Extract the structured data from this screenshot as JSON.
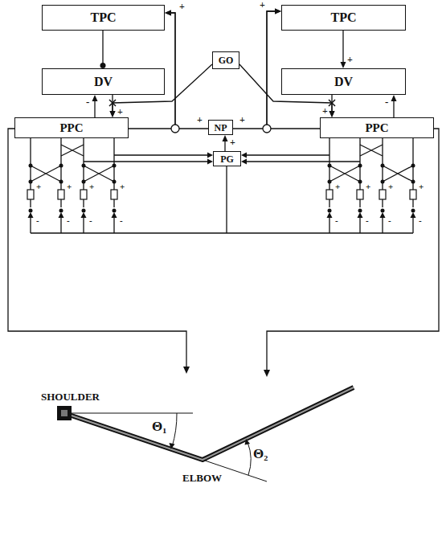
{
  "diagram": {
    "nodes": [
      {
        "text": [
          "TPC"
        ]
      },
      {
        "text": [
          "TPC"
        ]
      },
      {
        "text": [
          "DV"
        ]
      },
      {
        "text": [
          "GO"
        ]
      },
      {
        "text": [
          "DV"
        ]
      },
      {
        "text": [
          "PPC"
        ]
      },
      {
        "text": [
          "NP"
        ]
      },
      {
        "text": [
          "PPC"
        ]
      },
      {
        "text": [
          "PG"
        ]
      }
    ],
    "edges": [
      {
        "from": 0,
        "to": 2,
        "arrow": "to"
      },
      {
        "from": 2,
        "to": 5,
        "arrow": "to"
      },
      {
        "from": 5,
        "to": 2,
        "arrow": "to"
      },
      {
        "from": 5,
        "to": 0,
        "arrow": "to"
      },
      {
        "from": 6,
        "to": 0,
        "arrow": "to"
      },
      {
        "from": 1,
        "to": 4,
        "arrow": "to"
      },
      {
        "from": 4,
        "to": 7,
        "arrow": "to"
      },
      {
        "from": 7,
        "to": 4,
        "arrow": "to"
      },
      {
        "from": 7,
        "to": 1,
        "arrow": "to"
      },
      {
        "from": 6,
        "to": 1,
        "arrow": "to"
      },
      {
        "from": 3,
        "to": 5,
        "arrow": "to"
      },
      {
        "from": 3,
        "to": 7,
        "arrow": "to"
      },
      {
        "from": 8,
        "to": 6,
        "arrow": "to"
      }
    ],
    "labels": [
      "+",
      "+",
      "+",
      "-",
      "-",
      "+",
      "+",
      "+",
      "+",
      "+",
      "+",
      "+",
      "+",
      "+",
      "+",
      "+",
      "+",
      "+",
      "-",
      "-",
      "-",
      "-",
      "-",
      "-",
      "-",
      "-",
      "SHOULDER",
      "Θ₁",
      "ELBOW",
      "Θ₂"
    ]
  }
}
